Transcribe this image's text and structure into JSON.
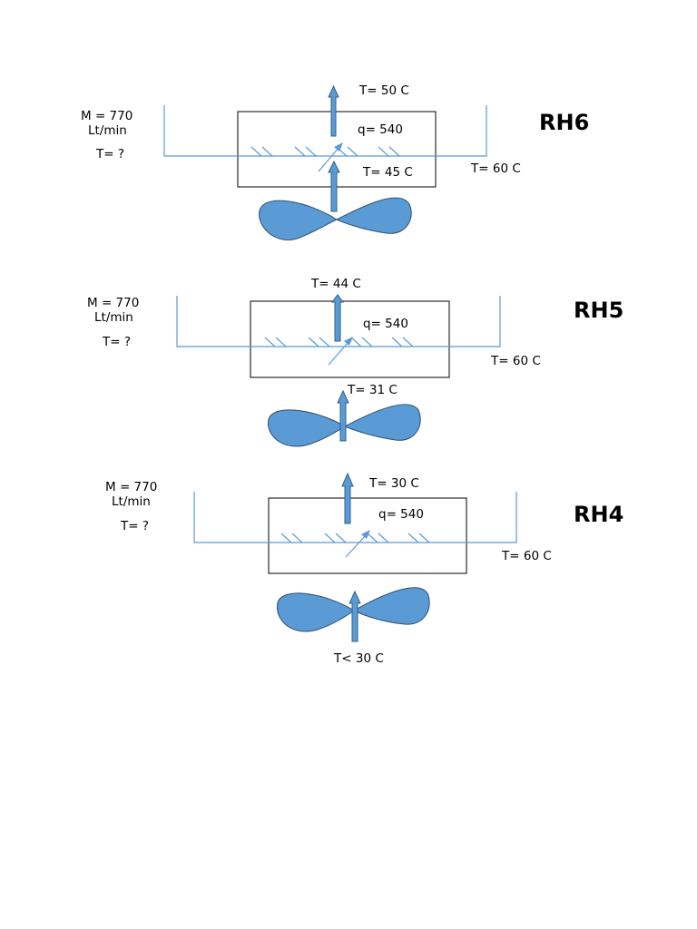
{
  "stages": [
    {
      "title": "RH6",
      "m_line1": "M = 770",
      "m_line2": "Lt/min",
      "t_in": "T= ?",
      "q": "q= 540",
      "t_top": "T= 50 C",
      "t_mid": "T= 45 C",
      "t_water": "T= 60 C"
    },
    {
      "title": "RH5",
      "m_line1": "M = 770",
      "m_line2": "Lt/min",
      "t_in": "T= ?",
      "q": "q= 540",
      "t_top": "T= 44 C",
      "t_mid": "T= 31 C",
      "t_water": "T= 60 C"
    },
    {
      "title": "RH4",
      "m_line1": "M = 770",
      "m_line2": "Lt/min",
      "t_in": "T= ?",
      "q": "q= 540",
      "t_top": "T= 30 C",
      "t_mid": "",
      "t_water": "T= 60 C"
    }
  ],
  "bottom_label": "T< 30 C",
  "colors": {
    "accent": "#5b9bd5",
    "outline": "#2f4f6f"
  }
}
